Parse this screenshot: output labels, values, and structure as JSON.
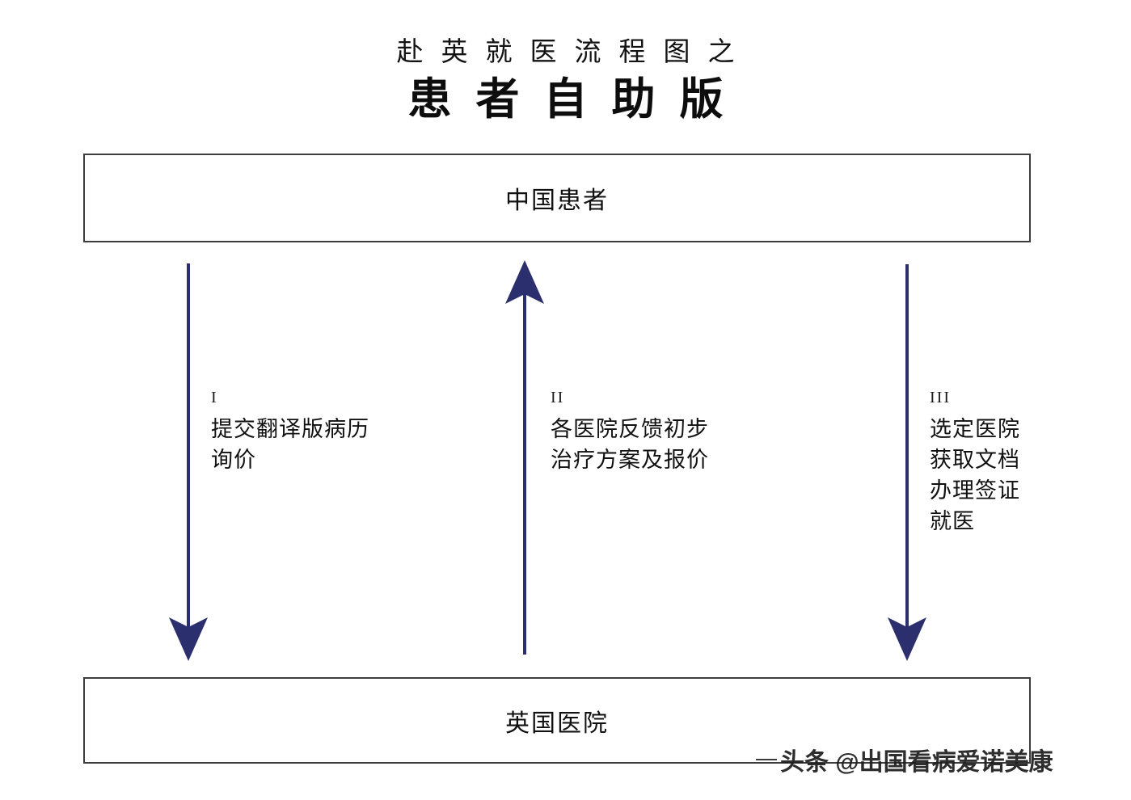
{
  "title": {
    "line1": "赴英就医流程图之",
    "line2": "患者自助版"
  },
  "colors": {
    "arrow": "#2b2f6e",
    "box_border": "#3d3d3d",
    "text": "#111111",
    "background": "#ffffff"
  },
  "nodes": {
    "top": {
      "label": "中国患者"
    },
    "bottom": {
      "label": "英国医院"
    }
  },
  "steps": [
    {
      "numeral": "I",
      "direction": "down",
      "lines": [
        "提交翻译版病历",
        "询价"
      ]
    },
    {
      "numeral": "II",
      "direction": "up",
      "lines": [
        "各医院反馈初步",
        "治疗方案及报价"
      ]
    },
    {
      "numeral": "III",
      "direction": "down",
      "lines": [
        "选定医院",
        "获取文档",
        "办理签证",
        "就医"
      ]
    }
  ],
  "watermark": {
    "text": "头条 @出国看病爱诺美康"
  }
}
